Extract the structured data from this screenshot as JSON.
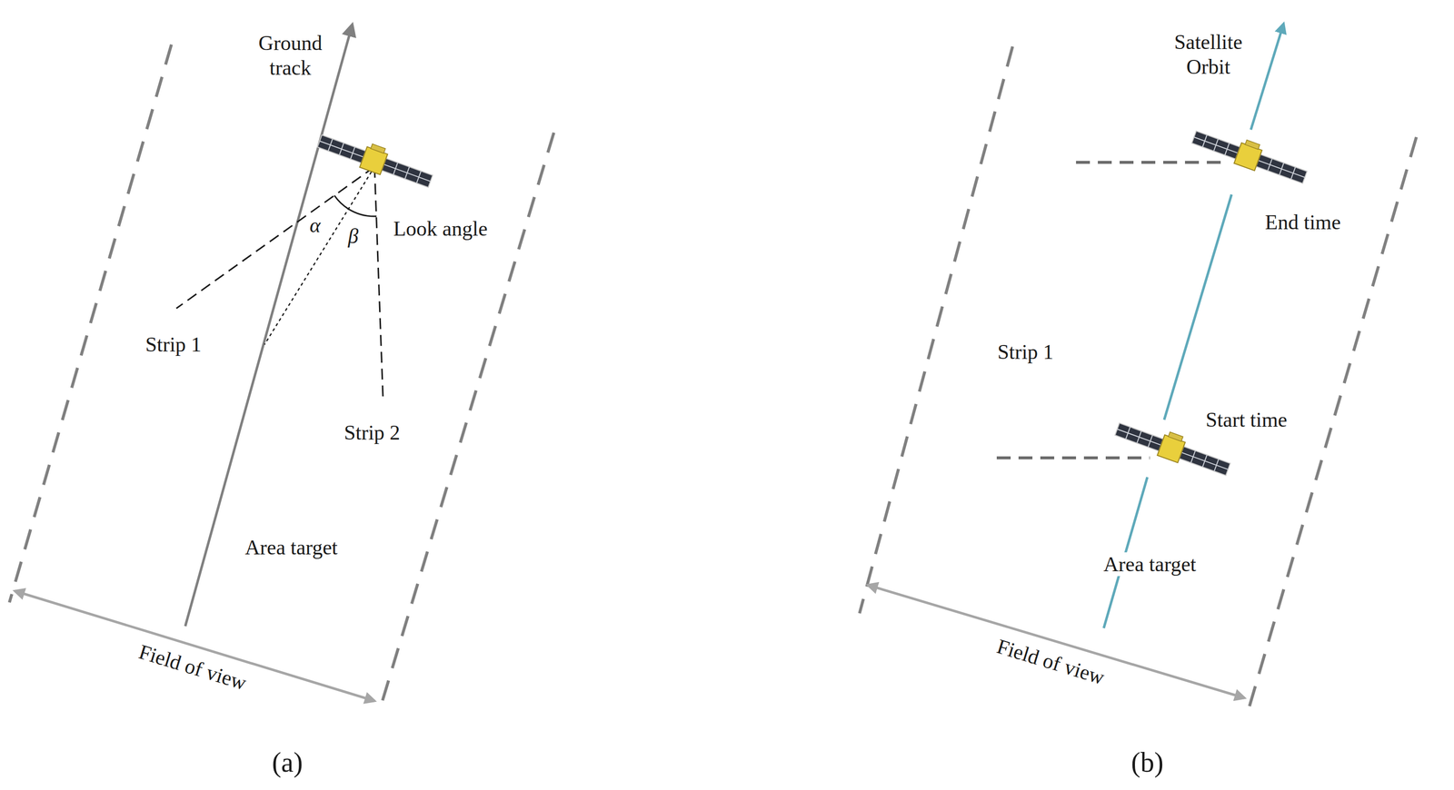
{
  "diagram": {
    "nodes": [
      {
        "text": [
          "Area target"
        ]
      },
      {
        "text": [
          "Strip 1"
        ],
        "in": 0
      },
      {
        "text": [
          "Strip 2"
        ],
        "in": 0
      },
      {
        "text": [
          "Area target"
        ]
      },
      {
        "text": [
          "Strip 1"
        ],
        "in": 3
      }
    ],
    "labels": [
      "Ground track",
      "α",
      "β",
      "Look angle",
      "Field of view",
      "(a)",
      "Satellite Orbit",
      "End time",
      "Start time",
      "Field of view",
      "(b)"
    ]
  }
}
